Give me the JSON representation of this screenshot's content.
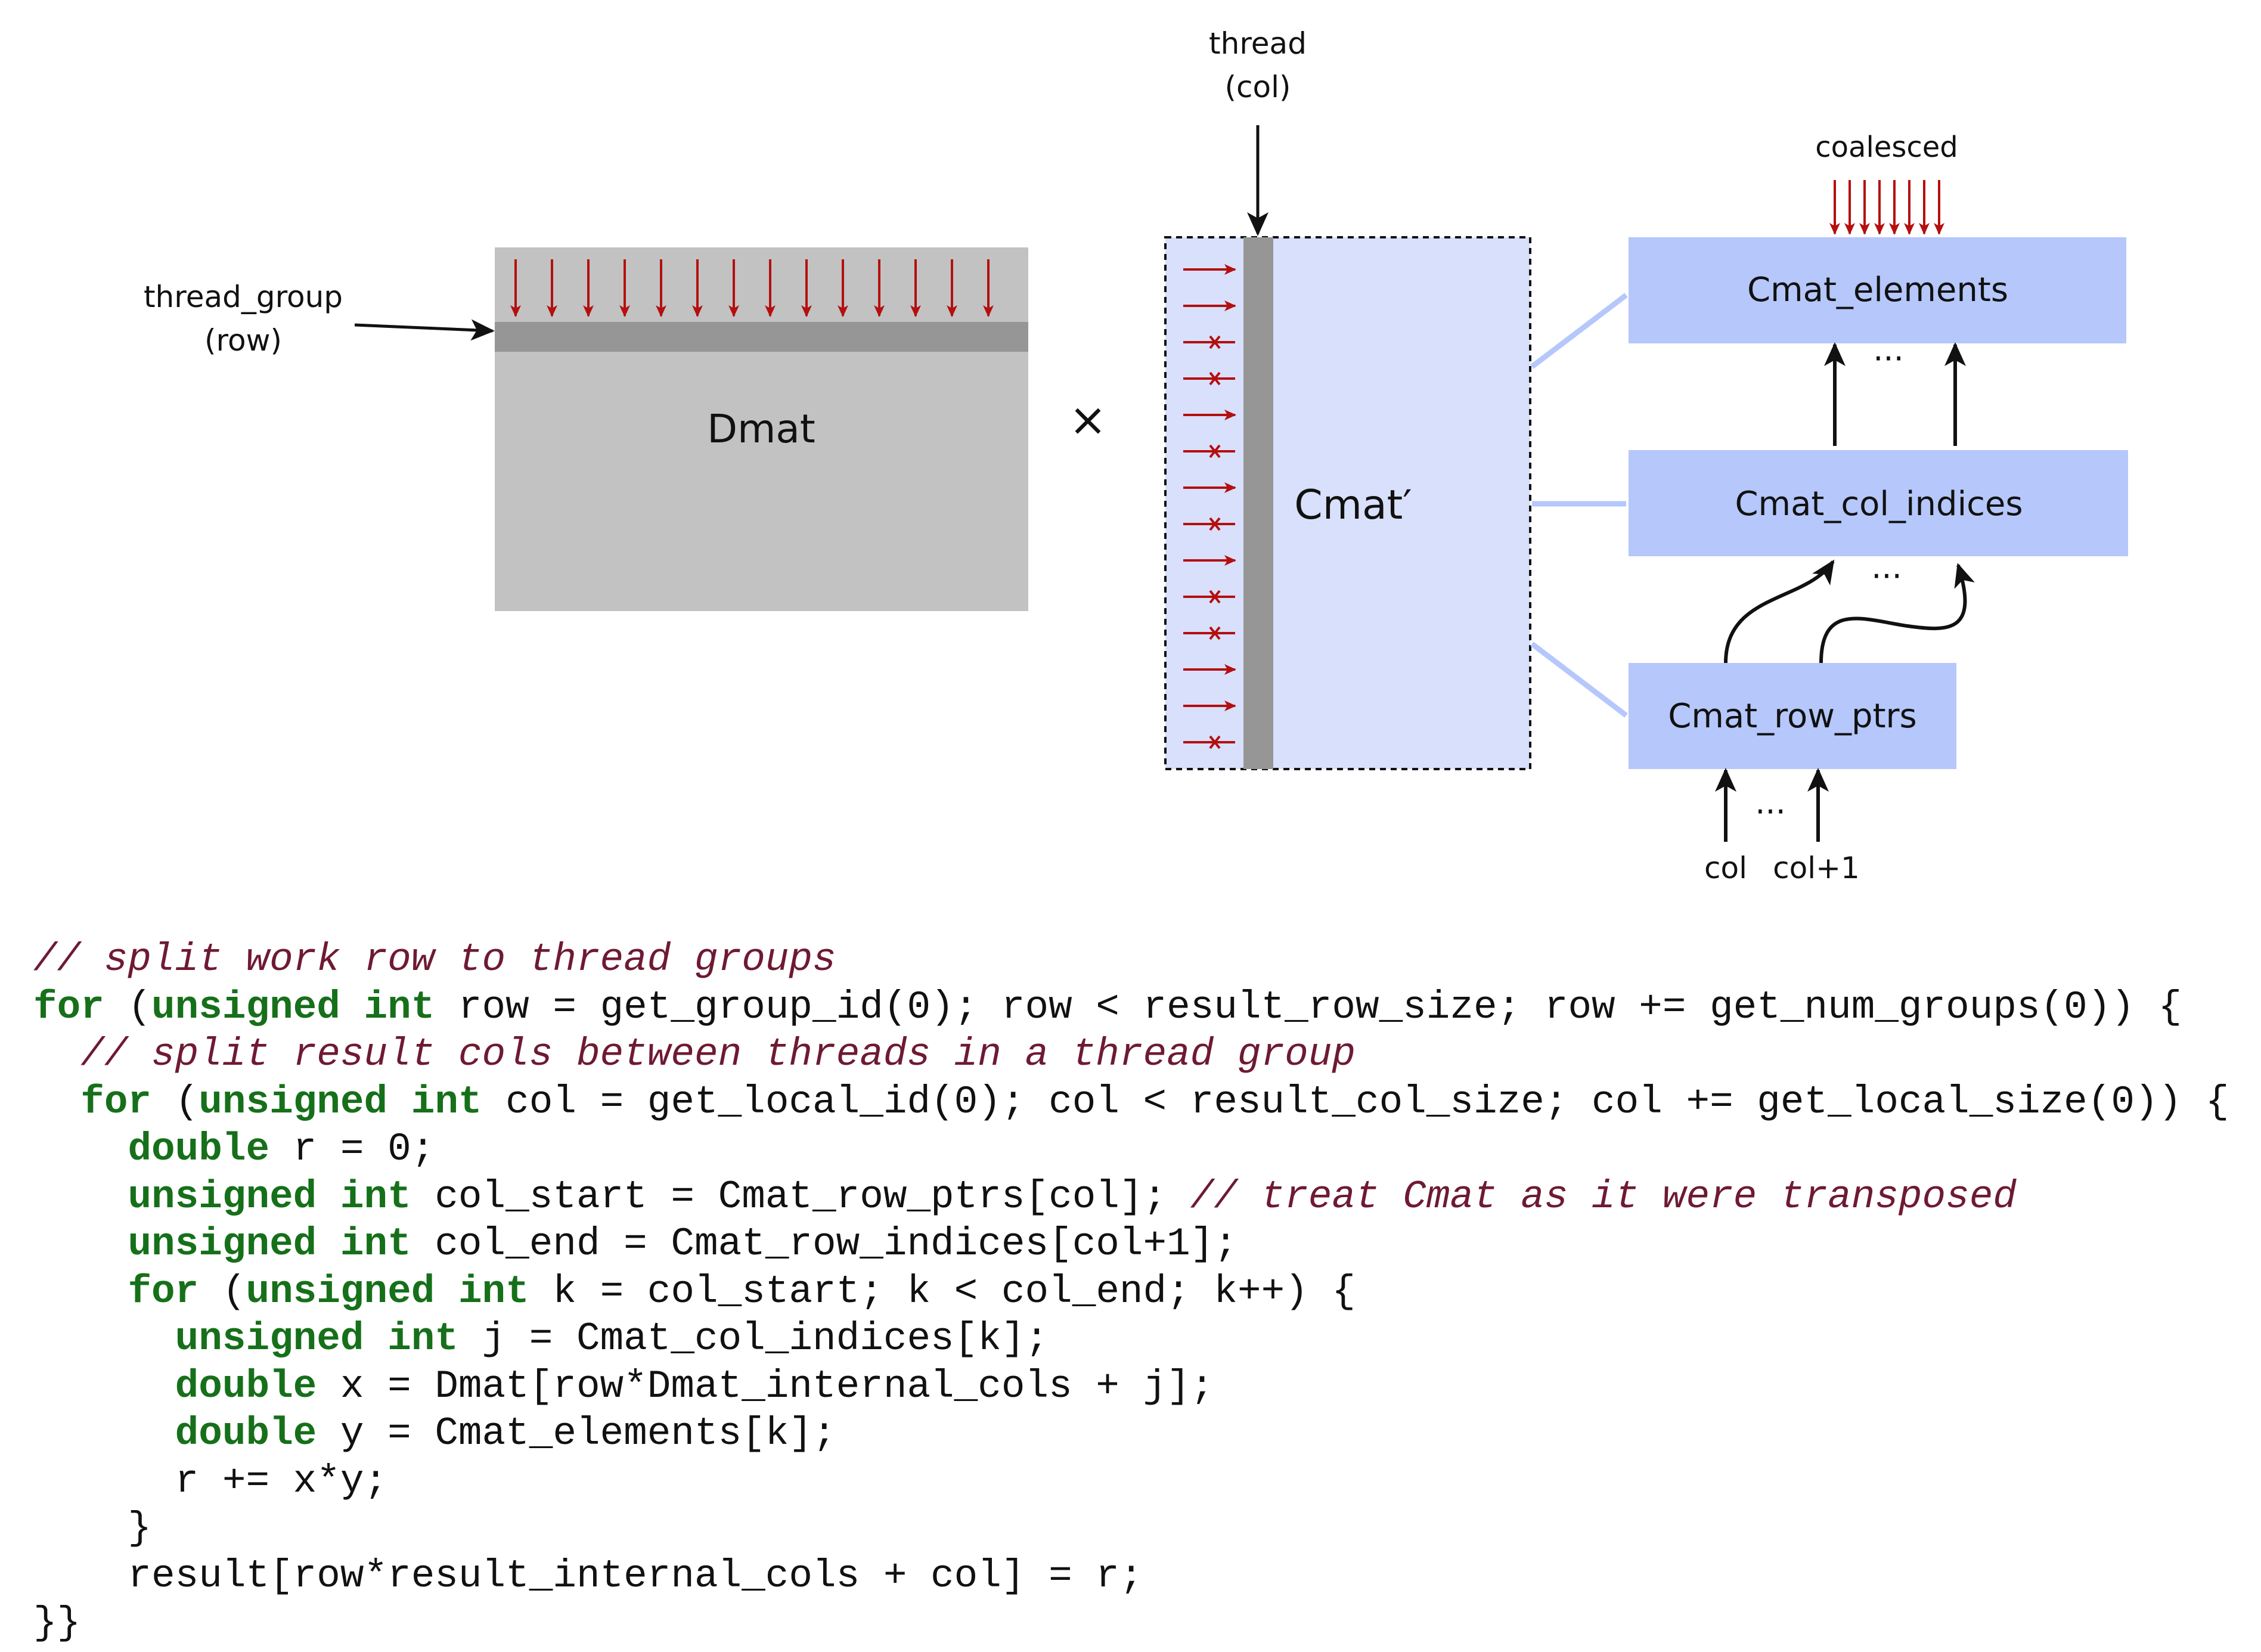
{
  "diagram": {
    "thread_group_label": [
      "thread_group",
      "(row)"
    ],
    "thread_col_label": [
      "thread",
      "(col)"
    ],
    "dmat_label": "Dmat",
    "times_symbol": "×",
    "cmat_label": "Cmat′",
    "coalesced_label": "coalesced",
    "cmat_elements_label": "Cmat_elements",
    "cmat_col_indices_label": "Cmat_col_indices",
    "cmat_row_ptrs_label": "Cmat_row_ptrs",
    "ellipsis": "···",
    "col_label": "col",
    "col_plus_one_label": "col+1",
    "colors": {
      "dmat_fill": "#c2c2c2",
      "active_band": "#969696",
      "red_arrow": "#b50f0f",
      "cmat_fill": "#d8e0fb",
      "block_fill": "#b5c7fb",
      "connector": "#b5c7fb"
    }
  },
  "code": [
    [
      {
        "t": "// split work row to thread groups",
        "c": "comment"
      }
    ],
    [
      {
        "t": "for",
        "c": "kw"
      },
      {
        "t": " ("
      },
      {
        "t": "unsigned int",
        "c": "kw"
      },
      {
        "t": " row = get_group_id(0); row < result_row_size; row += get_num_groups(0)) {"
      }
    ],
    [
      {
        "t": "  "
      },
      {
        "t": "// split result cols between threads in a thread group",
        "c": "comment"
      }
    ],
    [
      {
        "t": "  "
      },
      {
        "t": "for",
        "c": "kw"
      },
      {
        "t": " ("
      },
      {
        "t": "unsigned int",
        "c": "kw"
      },
      {
        "t": " col = get_local_id(0); col < result_col_size; col += get_local_size(0)) {"
      }
    ],
    [
      {
        "t": "    "
      },
      {
        "t": "double",
        "c": "kw"
      },
      {
        "t": " r = 0;"
      }
    ],
    [
      {
        "t": "    "
      },
      {
        "t": "unsigned int",
        "c": "kw"
      },
      {
        "t": " col_start = Cmat_row_ptrs[col]; "
      },
      {
        "t": "// treat Cmat as it were transposed",
        "c": "comment"
      }
    ],
    [
      {
        "t": "    "
      },
      {
        "t": "unsigned int",
        "c": "kw"
      },
      {
        "t": " col_end = Cmat_row_indices[col+1];"
      }
    ],
    [
      {
        "t": "    "
      },
      {
        "t": "for",
        "c": "kw"
      },
      {
        "t": " ("
      },
      {
        "t": "unsigned int",
        "c": "kw"
      },
      {
        "t": " k = col_start; k < col_end; k++) {"
      }
    ],
    [
      {
        "t": "      "
      },
      {
        "t": "unsigned int",
        "c": "kw"
      },
      {
        "t": " j = Cmat_col_indices[k];"
      }
    ],
    [
      {
        "t": "      "
      },
      {
        "t": "double",
        "c": "kw"
      },
      {
        "t": " x = Dmat[row*Dmat_internal_cols + j];"
      }
    ],
    [
      {
        "t": "      "
      },
      {
        "t": "double",
        "c": "kw"
      },
      {
        "t": " y = Cmat_elements[k];"
      }
    ],
    [
      {
        "t": "      r += x*y;"
      }
    ],
    [
      {
        "t": "    }"
      }
    ],
    [
      {
        "t": "    result[row*result_internal_cols + col] = r;"
      }
    ],
    [
      {
        "t": "}}"
      }
    ]
  ]
}
